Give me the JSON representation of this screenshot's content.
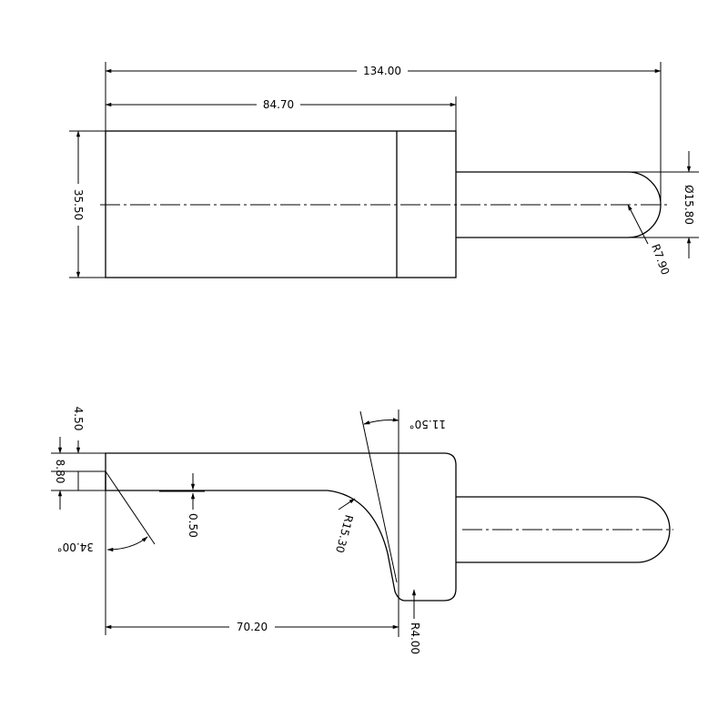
{
  "top_view": {
    "dim_overall_length": "134.00",
    "dim_body_length": "84.70",
    "dim_body_height": "35.50",
    "dim_pin_diameter": "Ø15.80",
    "dim_pin_radius": "R7.90"
  },
  "side_view": {
    "dim_step_top": "4.50",
    "dim_step_height": "8.80",
    "dim_taper_angle": "34.00°",
    "dim_recess_depth": "0.50",
    "dim_fillet_radius": "R15.30",
    "dim_draft_angle": "11.50°",
    "dim_corner_radius": "R4.00",
    "dim_length": "70.20"
  }
}
